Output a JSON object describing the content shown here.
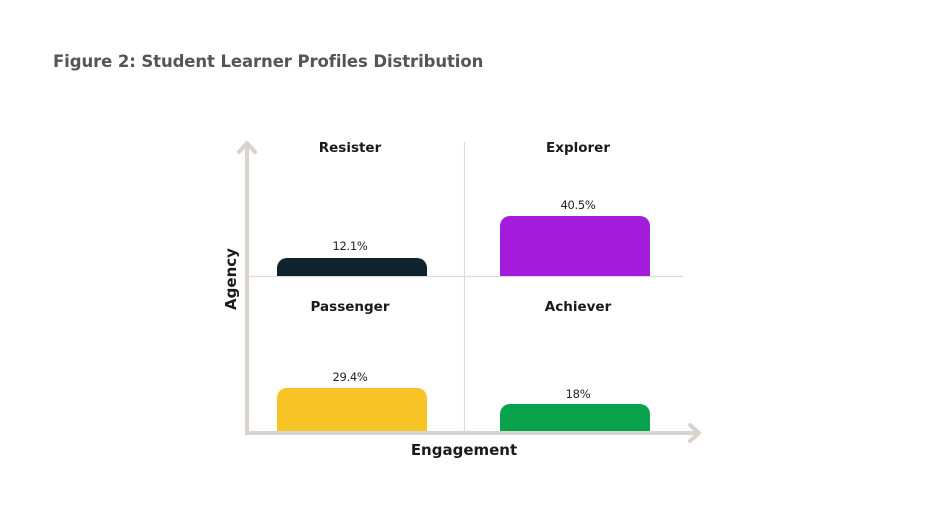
{
  "chart_data": {
    "type": "bar",
    "title": "Figure 2: Student Learner Profiles Distribution",
    "xlabel": "Engagement",
    "ylabel": "Agency",
    "layout": "2x2 quadrant",
    "categories": [
      "Resister",
      "Explorer",
      "Passenger",
      "Achiever"
    ],
    "values": [
      12.1,
      40.5,
      29.4,
      18
    ],
    "value_labels": [
      "12.1%",
      "40.5%",
      "29.4%",
      "18%"
    ],
    "quadrants": [
      {
        "name": "Resister",
        "position": "top-left",
        "value": 12.1,
        "label": "12.1%",
        "color": "#0f222d"
      },
      {
        "name": "Explorer",
        "position": "top-right",
        "value": 40.5,
        "label": "40.5%",
        "color": "#a41bdc"
      },
      {
        "name": "Passenger",
        "position": "bottom-left",
        "value": 29.4,
        "label": "29.4%",
        "color": "#f8c325"
      },
      {
        "name": "Achiever",
        "position": "bottom-right",
        "value": 18,
        "label": "18%",
        "color": "#08a34c"
      }
    ],
    "grid": false,
    "legend": "none"
  },
  "title": "Figure 2: Student Learner Profiles Distribution",
  "axes": {
    "x": "Engagement",
    "y": "Agency"
  },
  "quadrants": {
    "resister": {
      "name": "Resister",
      "label": "12.1%"
    },
    "explorer": {
      "name": "Explorer",
      "label": "40.5%"
    },
    "passenger": {
      "name": "Passenger",
      "label": "29.4%"
    },
    "achiever": {
      "name": "Achiever",
      "label": "18%"
    }
  }
}
